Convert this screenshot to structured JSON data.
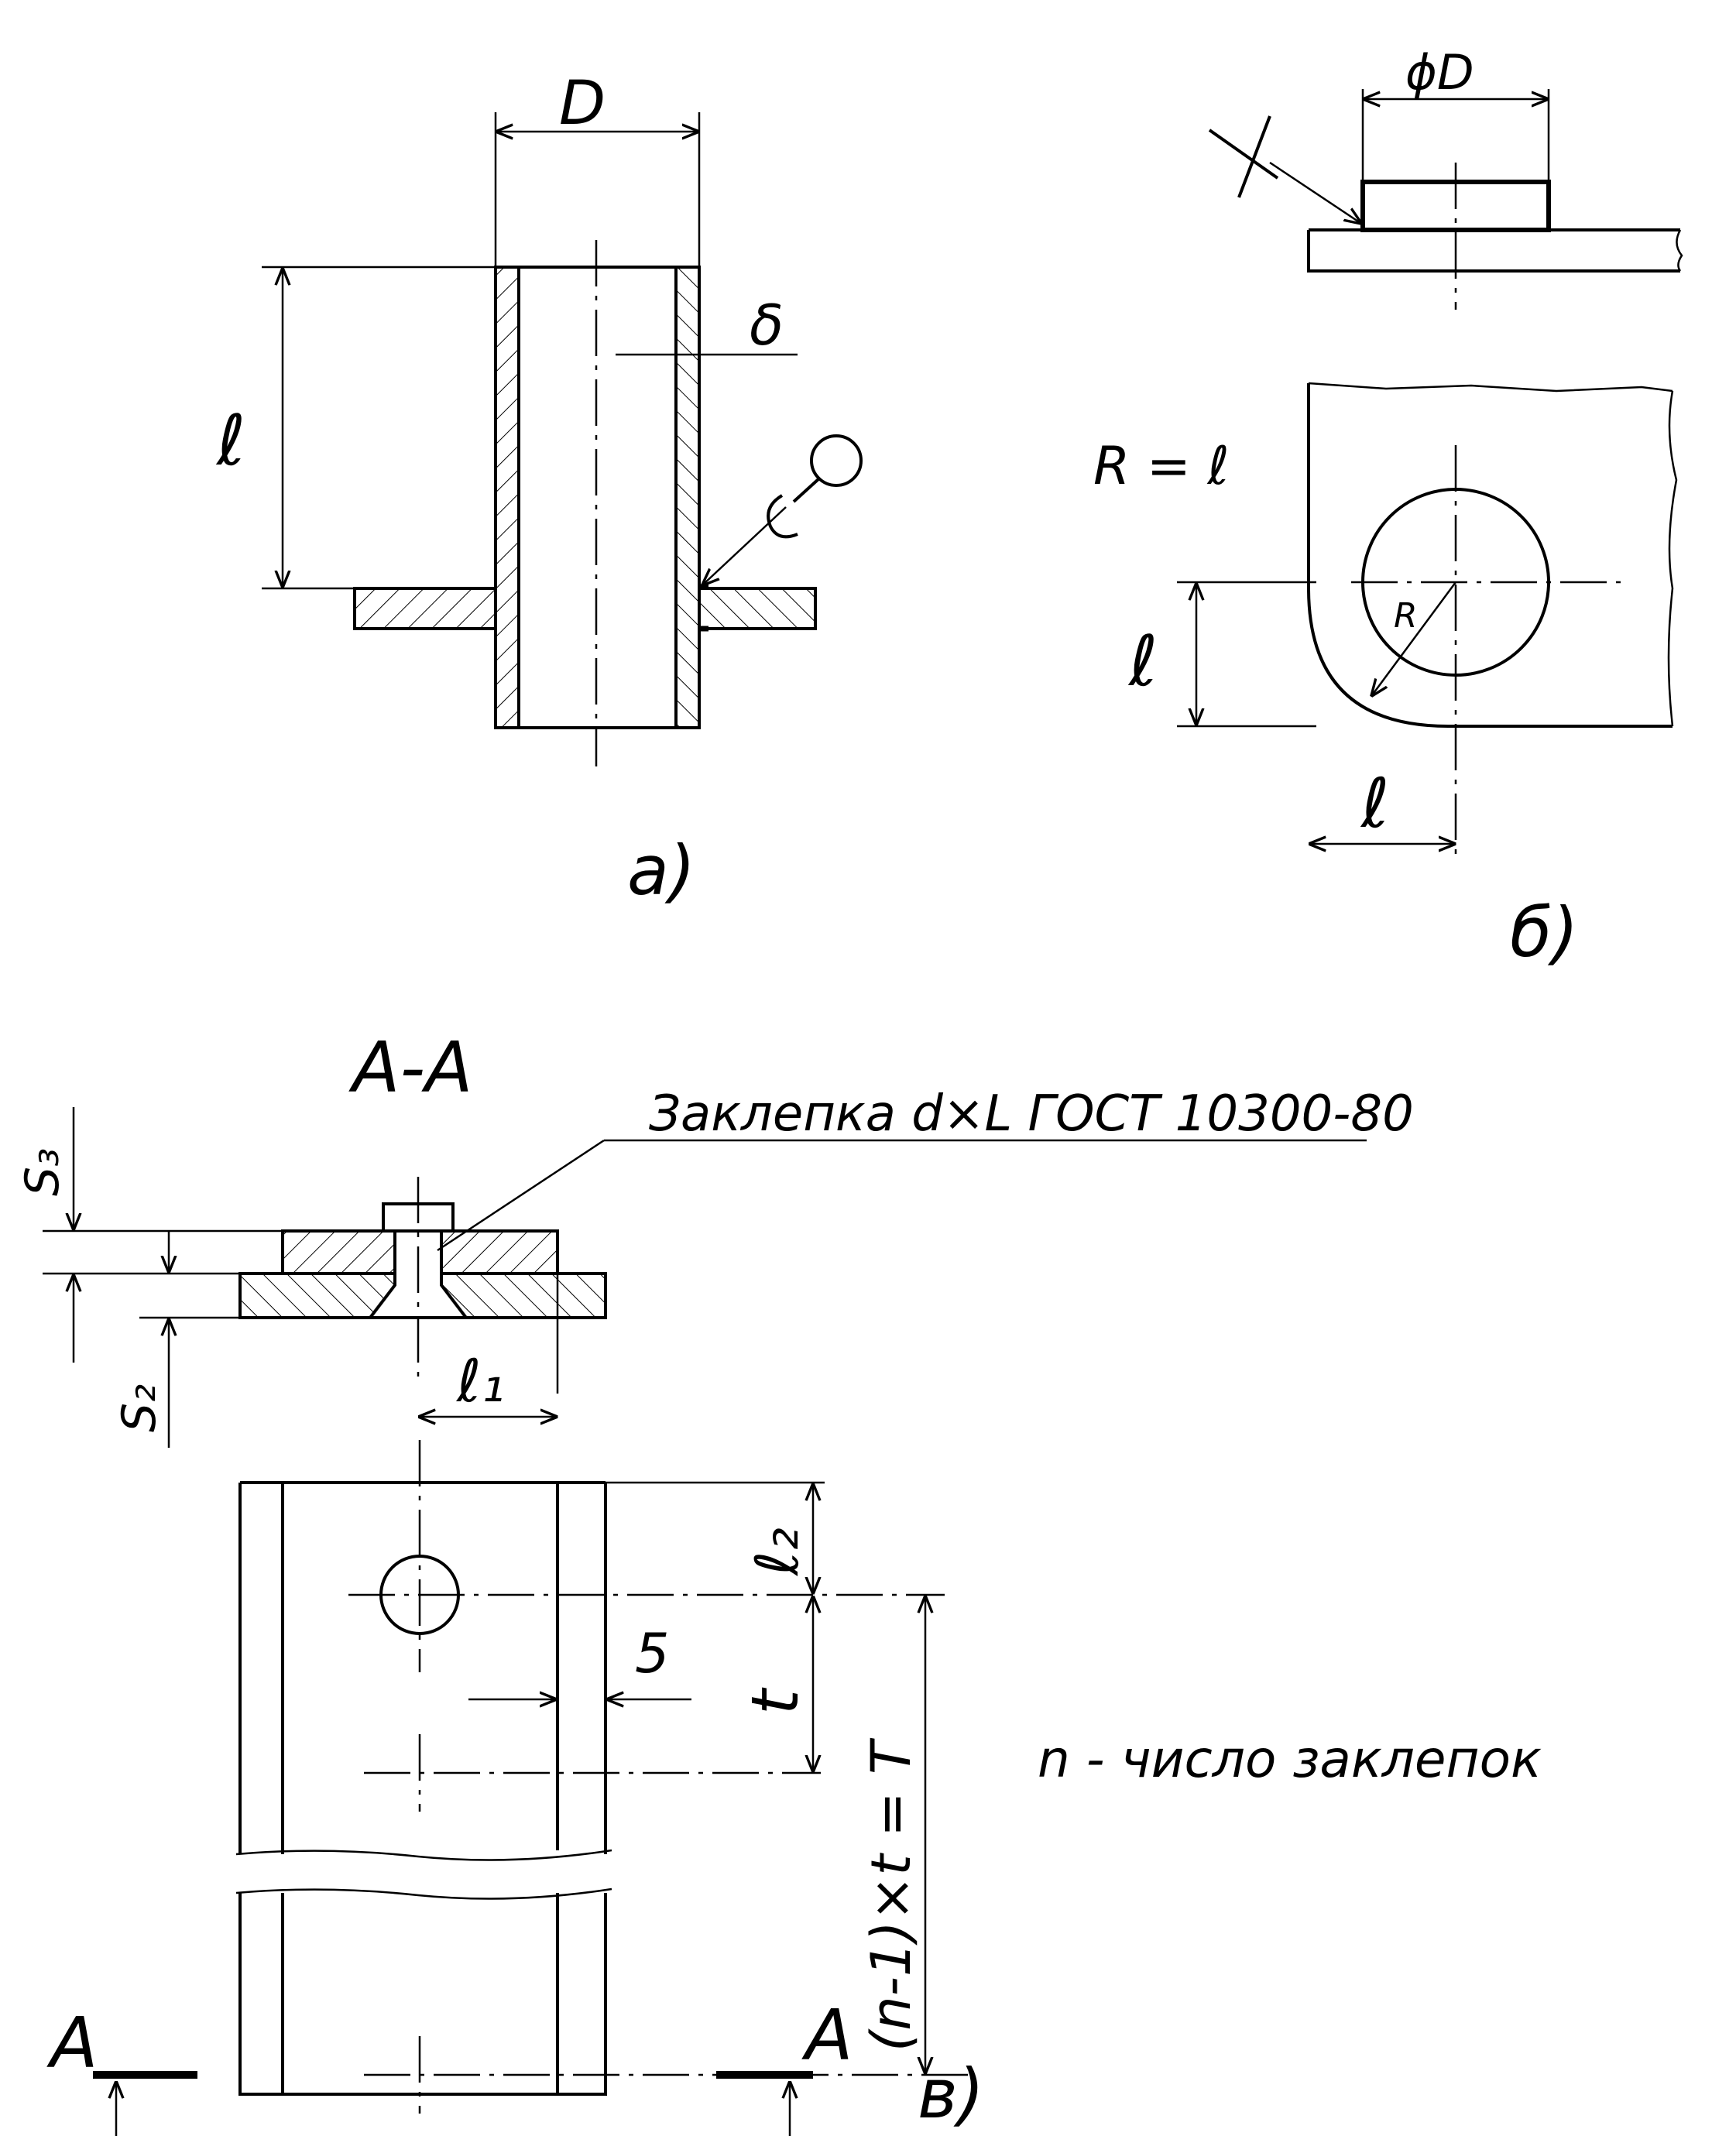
{
  "figure_a": {
    "dim_D": "D",
    "dim_delta": "δ",
    "dim_l": "ℓ",
    "caption": "а)"
  },
  "figure_b": {
    "dim_phiD": "ϕD",
    "radius_formula": "R = ℓ",
    "radius_R": "R",
    "dim_l_vertical": "ℓ",
    "dim_l_horizontal": "ℓ",
    "caption": "б)"
  },
  "figure_v": {
    "section_title": "A-A",
    "rivet_note": "Заклепка d×L ГОСТ 10300-80",
    "dim_s3": "S₃",
    "dim_s2": "S₂",
    "dim_l1": "ℓ₁",
    "dim_l2": "ℓ₂",
    "dim_t": "t",
    "dim_5": "5",
    "dim_total": "(n-1)×t = T",
    "note_n": "n - число заклепок",
    "section_mark_left": "A",
    "section_mark_right": "A",
    "caption": "в)"
  }
}
